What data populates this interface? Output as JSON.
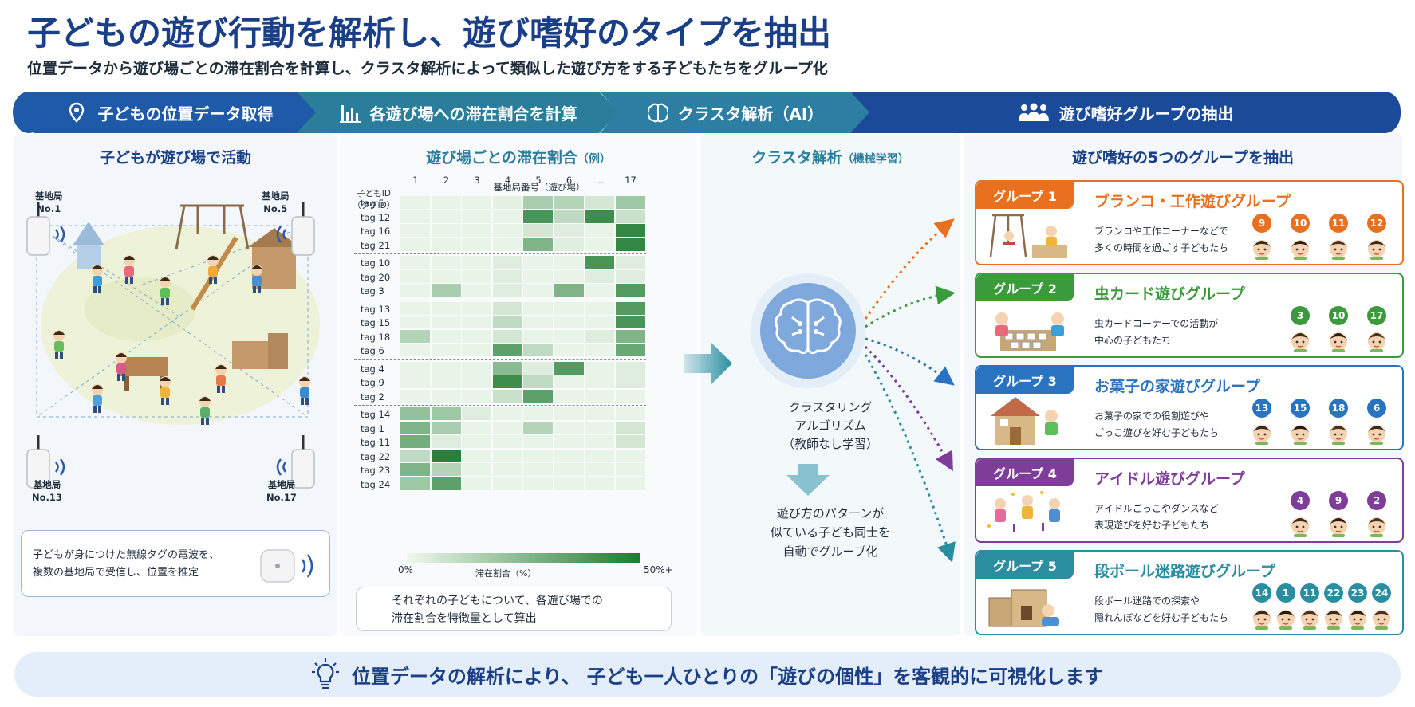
{
  "title": "子どもの遊び行動を解析し、遊び嗜好のタイプを抽出",
  "subtitle": "位置データから遊び場ごとの滞在割合を計算し、クラスタ解析によって類似した遊び方をする子どもたちをグループ化",
  "steps": [
    {
      "label": "子どもの位置データ取得",
      "icon": "location-pin-icon",
      "color": "#1f5aa8"
    },
    {
      "label": "各遊び場への滞在割合を計算",
      "icon": "bar-chart-icon",
      "color": "#2a7e9c"
    },
    {
      "label": "クラスタ解析（AI）",
      "icon": "brain-icon",
      "color": "#2d7ea3"
    },
    {
      "label": "遊び嗜好グループの抽出",
      "icon": "people-icon",
      "color": "#1b4a98"
    }
  ],
  "panel1": {
    "title": "子どもが遊び場で活動",
    "stations": [
      {
        "label": "基地局",
        "id": "No.1"
      },
      {
        "label": "基地局",
        "id": "No.5"
      },
      {
        "label": "基地局",
        "id": "No.13"
      },
      {
        "label": "基地局",
        "id": "No.17"
      }
    ],
    "note": "子どもが身につけた無線タグの電波を、\n複数の基地局で受信し、位置を推定"
  },
  "panel2": {
    "title": "遊び場ごとの滞在割合",
    "title_suffix": "（例）",
    "row_header_1": "子どもID",
    "row_header_2": "（タグID）",
    "col_header": "基地局番号（遊び場）",
    "columns": [
      "1",
      "2",
      "3",
      "4",
      "5",
      "6",
      "…",
      "17"
    ],
    "legend_min": "0%",
    "legend_label": "滞在割合（%）",
    "legend_max": "50%+",
    "note": "それぞれの子どもについて、各遊び場での\n滞在割合を特徴量として算出",
    "heatmap": {
      "groups": [
        {
          "rows": [
            {
              "tag": "tag 5",
              "values": [
                0.05,
                0.05,
                0.05,
                0.08,
                0.35,
                0.3,
                0.15,
                0.4
              ]
            },
            {
              "tag": "tag 12",
              "values": [
                0.05,
                0.05,
                0.05,
                0.05,
                0.8,
                0.25,
                0.85,
                0.2
              ]
            },
            {
              "tag": "tag 16",
              "values": [
                0.05,
                0.05,
                0.05,
                0.05,
                0.15,
                0.1,
                0.05,
                0.9
              ]
            },
            {
              "tag": "tag 21",
              "values": [
                0.05,
                0.05,
                0.05,
                0.05,
                0.55,
                0.1,
                0.05,
                0.9
              ]
            }
          ]
        },
        {
          "rows": [
            {
              "tag": "tag 10",
              "values": [
                0.05,
                0.05,
                0.05,
                0.1,
                0.05,
                0.05,
                0.8,
                0.1
              ]
            },
            {
              "tag": "tag 20",
              "values": [
                0.05,
                0.05,
                0.05,
                0.1,
                0.05,
                0.05,
                0.1,
                0.1
              ]
            },
            {
              "tag": "tag 3",
              "values": [
                0.05,
                0.35,
                0.05,
                0.1,
                0.05,
                0.55,
                0.05,
                0.75
              ]
            }
          ]
        },
        {
          "rows": [
            {
              "tag": "tag 13",
              "values": [
                0.05,
                0.05,
                0.05,
                0.15,
                0.05,
                0.05,
                0.05,
                0.75
              ]
            },
            {
              "tag": "tag 15",
              "values": [
                0.05,
                0.05,
                0.05,
                0.25,
                0.05,
                0.05,
                0.05,
                0.8
              ]
            },
            {
              "tag": "tag 18",
              "values": [
                0.3,
                0.05,
                0.05,
                0.15,
                0.05,
                0.05,
                0.1,
                0.55
              ]
            },
            {
              "tag": "tag 6",
              "values": [
                0.05,
                0.05,
                0.05,
                0.7,
                0.25,
                0.05,
                0.05,
                0.65
              ]
            }
          ]
        },
        {
          "rows": [
            {
              "tag": "tag 4",
              "values": [
                0.05,
                0.05,
                0.05,
                0.5,
                0.1,
                0.75,
                0.05,
                0.1
              ]
            },
            {
              "tag": "tag 9",
              "values": [
                0.05,
                0.05,
                0.05,
                0.85,
                0.25,
                0.05,
                0.05,
                0.1
              ]
            },
            {
              "tag": "tag 2",
              "values": [
                0.05,
                0.05,
                0.05,
                0.2,
                0.7,
                0.05,
                0.05,
                0.05
              ]
            }
          ]
        },
        {
          "rows": [
            {
              "tag": "tag 14",
              "values": [
                0.45,
                0.4,
                0.1,
                0.05,
                0.05,
                0.05,
                0.05,
                0.05
              ]
            },
            {
              "tag": "tag 1",
              "values": [
                0.55,
                0.35,
                0.05,
                0.05,
                0.3,
                0.05,
                0.05,
                0.15
              ]
            },
            {
              "tag": "tag 11",
              "values": [
                0.6,
                0.1,
                0.05,
                0.05,
                0.05,
                0.05,
                0.05,
                0.15
              ]
            },
            {
              "tag": "tag 22",
              "values": [
                0.25,
                0.95,
                0.05,
                0.05,
                0.05,
                0.05,
                0.05,
                0.05
              ]
            },
            {
              "tag": "tag 23",
              "values": [
                0.55,
                0.3,
                0.05,
                0.05,
                0.05,
                0.05,
                0.05,
                0.05
              ]
            },
            {
              "tag": "tag 24",
              "values": [
                0.4,
                0.7,
                0.05,
                0.05,
                0.05,
                0.05,
                0.05,
                0.05
              ]
            }
          ]
        }
      ]
    }
  },
  "panel3": {
    "title": "クラスタ解析",
    "title_suffix": "（機械学習）",
    "algo": "クラスタリング\nアルゴリズム\n（教師なし学習）",
    "result": "遊び方のパターンが\n似ている子ども同士を\n自動でグループ化"
  },
  "panel4": {
    "title": "遊び嗜好の5つのグループを抽出",
    "groups": [
      {
        "tag": "グループ 1",
        "name": "ブランコ・工作遊びグループ",
        "desc": "ブランコや工作コーナーなどで\n多くの時間を過ごす子どもたち",
        "color": "#e8701e",
        "members": [
          "9",
          "10",
          "11",
          "12"
        ]
      },
      {
        "tag": "グループ 2",
        "name": "虫カード遊びグループ",
        "desc": "虫カードコーナーでの活動が\n中心の子どもたち",
        "color": "#3a9a3c",
        "members": [
          "3",
          "10",
          "17"
        ]
      },
      {
        "tag": "グループ 3",
        "name": "お菓子の家遊びグループ",
        "desc": "お菓子の家での役割遊びや\nごっこ遊びを好む子どもたち",
        "color": "#2a73c0",
        "members": [
          "13",
          "15",
          "18",
          "6"
        ]
      },
      {
        "tag": "グループ 4",
        "name": "アイドル遊びグループ",
        "desc": "アイドルごっこやダンスなど\n表現遊びを好む子どもたち",
        "color": "#7d3d98",
        "members": [
          "4",
          "9",
          "2"
        ]
      },
      {
        "tag": "グループ 5",
        "name": "段ボール迷路遊びグループ",
        "desc": "段ボール迷路での探索や\n隠れんぼなどを好む子どもたち",
        "color": "#2a8ea0",
        "members": [
          "14",
          "1",
          "11",
          "22",
          "23",
          "24"
        ]
      }
    ]
  },
  "footer": "位置データの解析により、 子ども一人ひとりの「遊びの個性」を客観的に可視化します",
  "footer_icon": "lightbulb-icon"
}
